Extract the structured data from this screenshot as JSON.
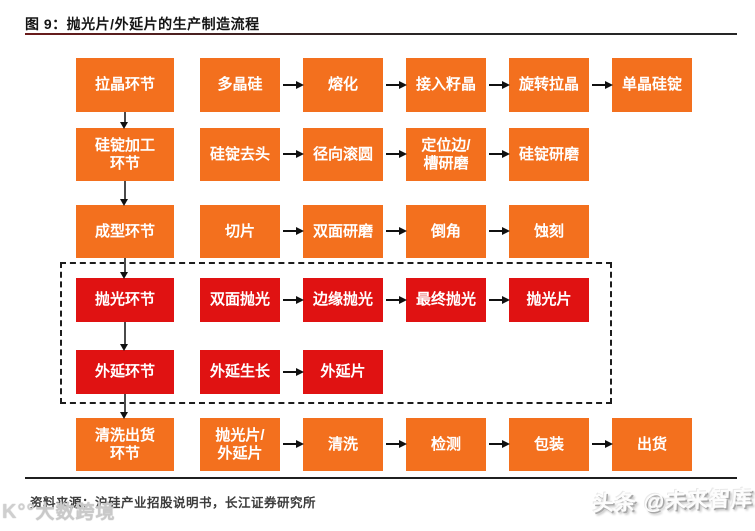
{
  "title": "图 9：抛光片/外延片的生产制造流程",
  "source": "资料来源：沪硅产业招股说明书，长江证券研究所",
  "colors": {
    "process_orange": "#F3701E",
    "highlight_red": "#E01212",
    "title_rule_red": "#6A1B1B",
    "line_black": "#1F1F1F"
  },
  "watermarks": {
    "bottom_left_logo": "K°°",
    "bottom_left_text": "大数跨境",
    "bottom_right_text": "头条 @未来智库"
  },
  "flow": {
    "rows": [
      {
        "stage": "拉晶环节",
        "color": "orange",
        "steps": [
          "多晶硅",
          "熔化",
          "接入籽晶",
          "旋转拉晶",
          "单晶硅锭"
        ]
      },
      {
        "stage": "硅锭加工\n环节",
        "color": "orange",
        "steps": [
          "硅锭去头",
          "径向滚圆",
          "定位边/\n槽研磨",
          "硅锭研磨"
        ]
      },
      {
        "stage": "成型环节",
        "color": "orange",
        "steps": [
          "切片",
          "双面研磨",
          "倒角",
          "蚀刻"
        ]
      },
      {
        "stage": "抛光环节",
        "color": "red",
        "steps": [
          "双面抛光",
          "边缘抛光",
          "最终抛光",
          "抛光片"
        ]
      },
      {
        "stage": "外延环节",
        "color": "red",
        "steps": [
          "外延生长",
          "外延片"
        ]
      },
      {
        "stage": "清洗出货\n环节",
        "color": "orange",
        "steps": [
          "抛光片/\n外延片",
          "清洗",
          "检测",
          "包装",
          "出货"
        ]
      }
    ]
  }
}
